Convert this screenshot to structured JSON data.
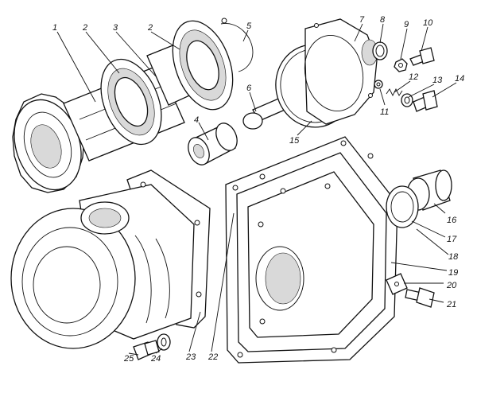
{
  "callouts": [
    "1",
    "2",
    "3",
    "2",
    "4",
    "5",
    "6",
    "7",
    "8",
    "9",
    "10",
    "11",
    "12",
    "13",
    "14",
    "15",
    "16",
    "17",
    "18",
    "19",
    "20",
    "21",
    "22",
    "23",
    "24",
    "25"
  ]
}
